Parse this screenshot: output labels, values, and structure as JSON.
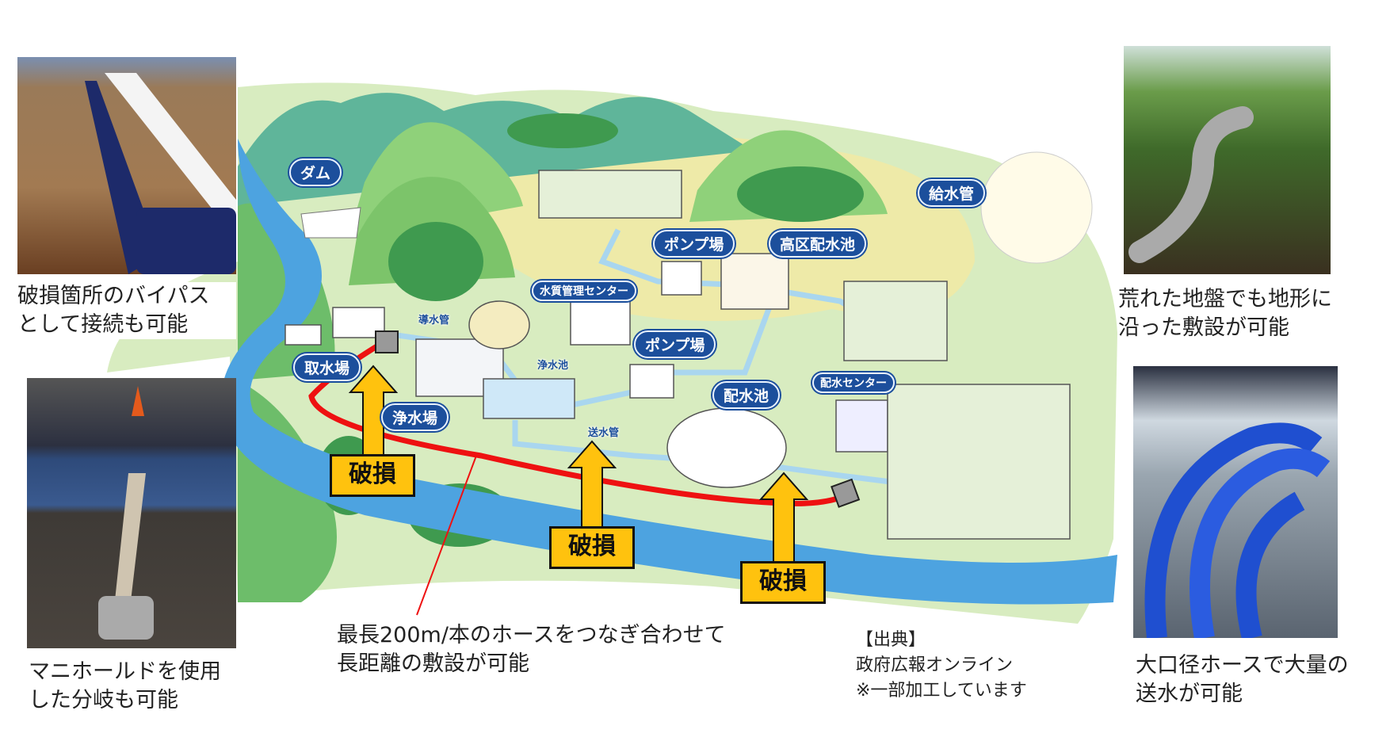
{
  "photos": {
    "top_left": {
      "caption_lines": [
        "破損箇所のバイパス",
        "として接続も可能"
      ]
    },
    "bottom_left": {
      "caption_lines": [
        "マニホールドを使用",
        "した分岐も可能"
      ]
    },
    "top_right": {
      "caption_lines": [
        "荒れた地盤でも地形に",
        "沿った敷設が可能"
      ]
    },
    "bottom_right": {
      "caption_lines": [
        "大口径ホースで大量の",
        "送水が可能"
      ]
    }
  },
  "map": {
    "labels": {
      "dam": "ダム",
      "supply_pipe": "給水管",
      "pump_station_1": "ポンプ場",
      "high_reservoir": "高区配水池",
      "water_quality_center": "水質管理センター",
      "pump_station_2": "ポンプ場",
      "intake": "取水場",
      "purification_plant": "浄水場",
      "distribution_reservoir": "配水池",
      "distribution_center": "配水センター",
      "conduit": "導水管",
      "clear_water_basin": "浄水池",
      "transmission_pipe": "送水管"
    },
    "damage_label": "破損",
    "colors": {
      "hose": "#ee1111",
      "damage": "#ffc20e",
      "label_bg": "#1c4f9c",
      "river": "#4da3e0"
    }
  },
  "annotation": {
    "lines": [
      "最長200m/本のホースをつなぎ合わせて",
      "長距離の敷設が可能"
    ]
  },
  "source": {
    "lines": [
      "【出典】",
      "政府広報オンライン",
      "※一部加工しています"
    ]
  }
}
